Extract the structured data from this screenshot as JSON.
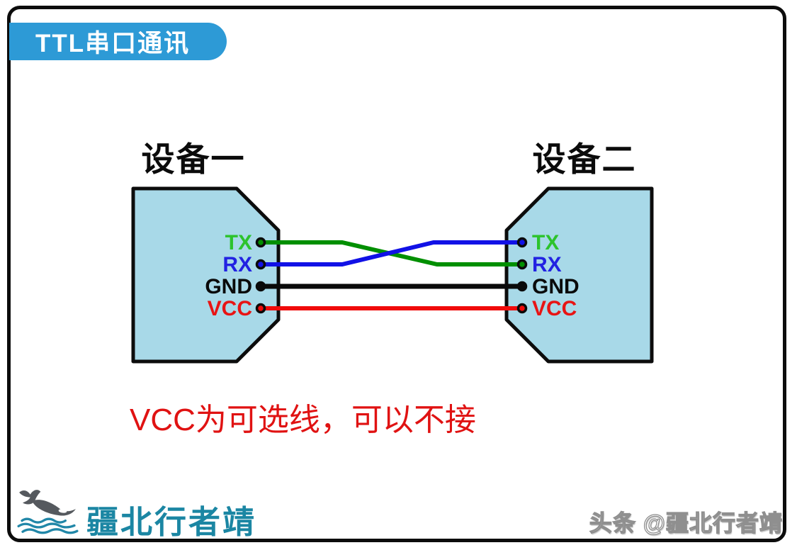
{
  "banner": {
    "title": "TTL串口通讯"
  },
  "diagram": {
    "device_fill": "#A8D9E8",
    "devices": [
      {
        "label": "设备一",
        "pins": [
          {
            "label": "TX",
            "label_color": "#2CC32C",
            "dot_color": "#008F00"
          },
          {
            "label": "RX",
            "label_color": "#2222E2",
            "dot_color": "#1111E6"
          },
          {
            "label": "GND",
            "label_color": "#0a0a0a",
            "dot_color": "#0a0a0a"
          },
          {
            "label": "VCC",
            "label_color": "#E81414",
            "dot_color": "#F00A0A"
          }
        ]
      },
      {
        "label": "设备二",
        "pins": [
          {
            "label": "TX",
            "label_color": "#2CC32C",
            "dot_color": "#1111E6"
          },
          {
            "label": "RX",
            "label_color": "#2222E2",
            "dot_color": "#008F00"
          },
          {
            "label": "GND",
            "label_color": "#0a0a0a",
            "dot_color": "#0a0a0a"
          },
          {
            "label": "VCC",
            "label_color": "#E81414",
            "dot_color": "#F00A0A"
          }
        ]
      }
    ],
    "wires": [
      {
        "name": "device1-TX to device2-RX",
        "color": "#008F00"
      },
      {
        "name": "device1-RX to device2-TX",
        "color": "#1111E6"
      },
      {
        "name": "device1-GND to device2-GND",
        "color": "#0a0a0a"
      },
      {
        "name": "device1-VCC to device2-VCC",
        "color": "#F00A0A"
      }
    ],
    "note": "VCC为可选线，可以不接"
  },
  "footer": {
    "brand": "疆北行者靖",
    "watermark": "头条 @疆北行者靖"
  },
  "colors": {
    "banner_bg": "#2D9AD6",
    "banner_text": "#FFFFFF",
    "device_fill": "#A8D9E8",
    "outline": "#0c0c0c",
    "note_red": "#E01212",
    "brand_teal": "#1B86A3",
    "wave_teal": "#2187A8",
    "whale_gray": "#55595E"
  }
}
